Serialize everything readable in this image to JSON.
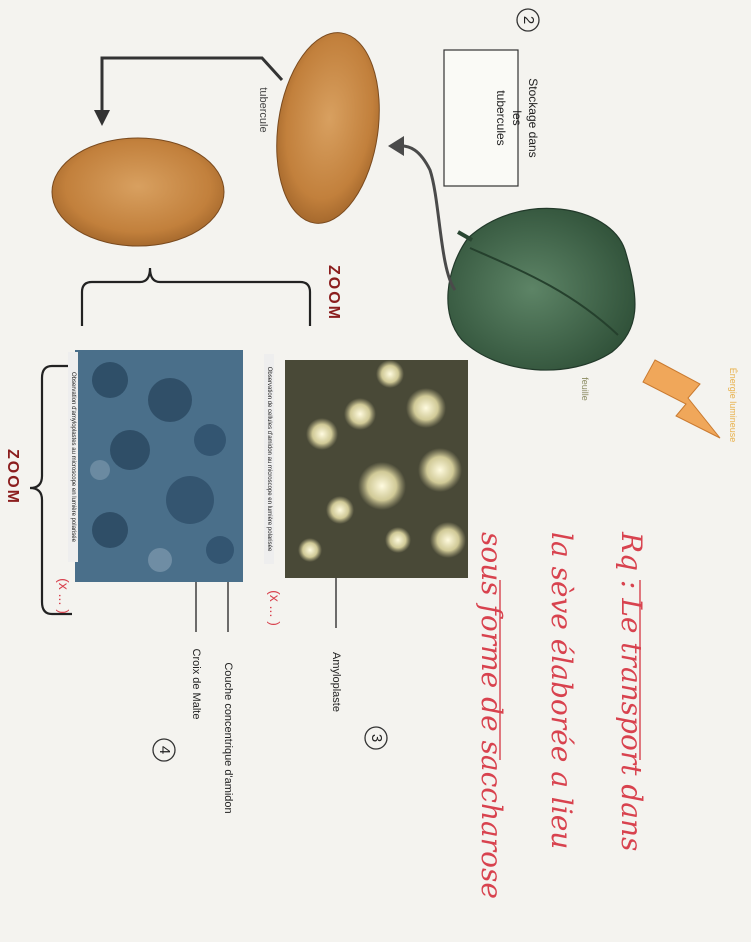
{
  "step_numbers": {
    "storage": "2",
    "amyloplast_view": "3",
    "polarized_view": "4"
  },
  "labels": {
    "storage_box_line1": "Stockage dans",
    "storage_box_line2": "les",
    "storage_box_line3": "tubercules",
    "tubercule": "tubercule",
    "feuille": "feuille",
    "energie": "Énergie lumineuse",
    "zoom_top": "ZOOM",
    "zoom_left": "ZOOM",
    "amyloplaste": "Amyloplaste",
    "couche": "Couche concentrique d'amidon",
    "croix": "Croix de Malte"
  },
  "photo_captions": {
    "amyloplast": "Observation de cellules d'amidon au microscope en lumière polarisée",
    "polarized": "Observation d'amyloplastes au microscope en lumière polarisée"
  },
  "magnification_marks": {
    "top": "(x ... )",
    "bottom": "(x ... )"
  },
  "handwritten_note": {
    "line1": "Rq : Le transport dans",
    "line2": "la sève élaborée a lieu",
    "line3": "sous forme de saccharose"
  },
  "colors": {
    "tuber": "#c98a44",
    "leaf": "#3f6a4c",
    "zoom_text": "#8b1e1e",
    "note": "#d8424e",
    "lightning": "#f0a75a"
  }
}
